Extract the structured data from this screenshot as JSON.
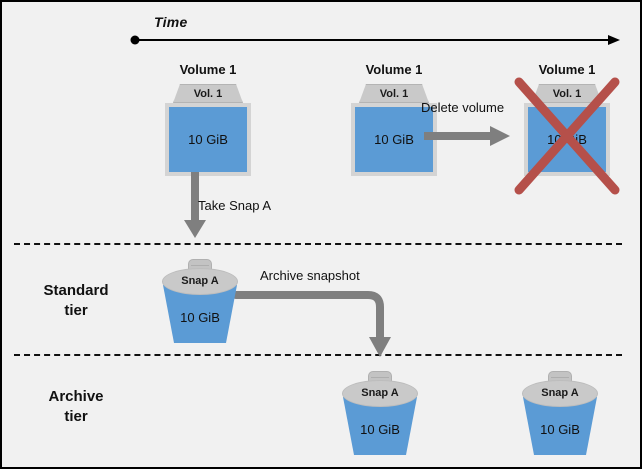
{
  "diagram": {
    "timeline": {
      "label": "Time",
      "axis_icon": "arrow-right-icon"
    },
    "tiers": [
      {
        "id": "standard",
        "line1": "Standard",
        "line2": "tier"
      },
      {
        "id": "archive",
        "line1": "Archive",
        "line2": "tier"
      }
    ],
    "volumes": [
      {
        "id": "volume-1-initial",
        "title": "Volume 1",
        "tab": "Vol. 1",
        "size": "10 GiB",
        "deleted": false
      },
      {
        "id": "volume-1-before-delete",
        "title": "Volume 1",
        "tab": "Vol. 1",
        "size": "10 GiB",
        "deleted": false
      },
      {
        "id": "volume-1-deleted",
        "title": "Volume 1",
        "tab": "Vol. 1",
        "size": "10 GiB",
        "deleted": true
      }
    ],
    "snapshots": [
      {
        "id": "snap-a-standard",
        "tier": "standard",
        "lid": "Snap A",
        "size": "10 GiB"
      },
      {
        "id": "snap-a-archive-1",
        "tier": "archive",
        "lid": "Snap A",
        "size": "10 GiB"
      },
      {
        "id": "snap-a-archive-2",
        "tier": "archive",
        "lid": "Snap A",
        "size": "10 GiB"
      }
    ],
    "arrows": [
      {
        "id": "take-snapshot",
        "label": "Take Snap A",
        "direction": "down"
      },
      {
        "id": "delete-volume",
        "label": "Delete volume",
        "direction": "right"
      },
      {
        "id": "archive-snapshot",
        "label": "Archive snapshot",
        "direction": "right-then-down"
      }
    ],
    "colors": {
      "background": "#f1f1f1",
      "volume_blue": "#5b9bd5",
      "tab_gray": "#c9c9c9",
      "arrow_gray": "#7f7f7f",
      "delete_red": "#b5504a",
      "border_black": "#000000"
    }
  }
}
